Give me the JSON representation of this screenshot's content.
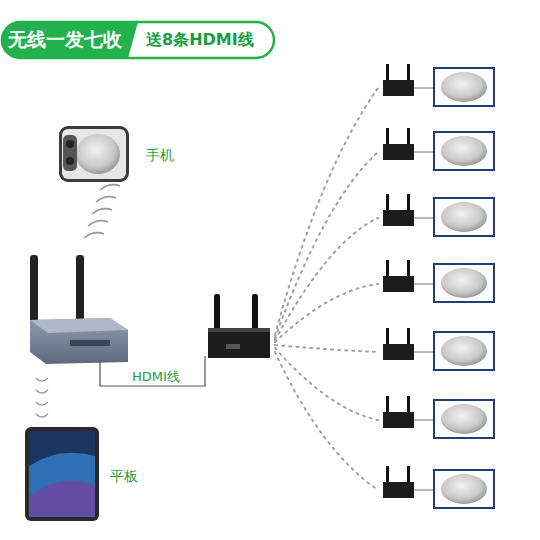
{
  "diagram": {
    "title": "无线一发七收",
    "nodes": [
      {
        "text": [
          "手机"
        ]
      },
      {
        "text": [
          "平板"
        ]
      }
    ],
    "labels": [
      "送8条HDMI线",
      "HDMI线"
    ]
  }
}
